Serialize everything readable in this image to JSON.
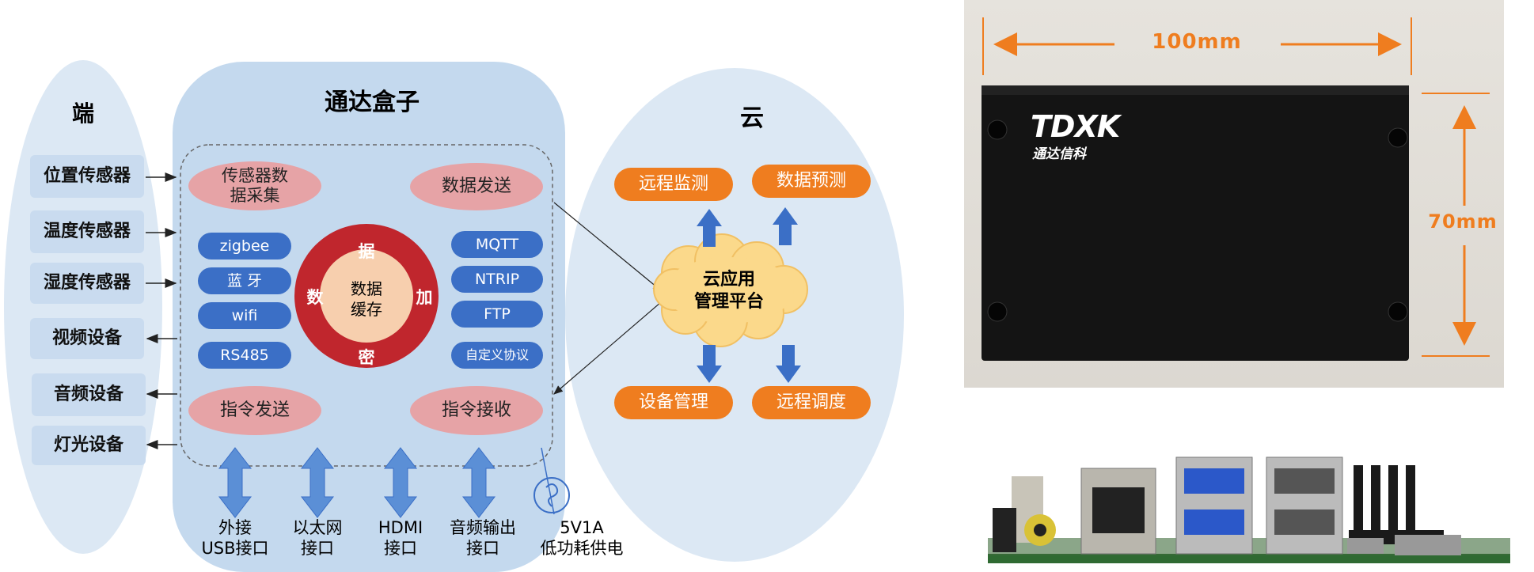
{
  "endpoint": {
    "title": "端",
    "items": [
      "位置传感器",
      "温度传感器",
      "湿度传感器",
      "视频设备",
      "音频设备",
      "灯光设备"
    ]
  },
  "box": {
    "title": "通达盒子",
    "collect": "传感器数\n据采集",
    "send_data": "数据发送",
    "cmd_send": "指令发送",
    "cmd_recv": "指令接收",
    "left_protocols": [
      "zigbee",
      "蓝 牙",
      "wifi",
      "RS485"
    ],
    "right_protocols": [
      "MQTT",
      "NTRIP",
      "FTP",
      "自定义协议"
    ],
    "ring": {
      "top": "据",
      "left": "数",
      "right": "加",
      "bottom": "密",
      "center": "数据\n缓存"
    },
    "ports": [
      "外接\nUSB接口",
      "以太网\n接口",
      "HDMI\n接口",
      "音频输出\n接口"
    ],
    "power": "5V1A\n低功耗供电"
  },
  "cloud": {
    "title": "云",
    "center": "云应用\n管理平台",
    "items": [
      "远程监测",
      "数据预测",
      "设备管理",
      "远程调度"
    ]
  },
  "photo": {
    "width_label": "100mm",
    "height_label": "70mm",
    "brand": "TDXK",
    "brand_sub": "通达信科"
  },
  "colors": {
    "accent_orange": "#ef7d1f",
    "arrow_blue": "#3b6fc6",
    "ring_red": "#c0262d",
    "pink": "#e6a3a6"
  }
}
